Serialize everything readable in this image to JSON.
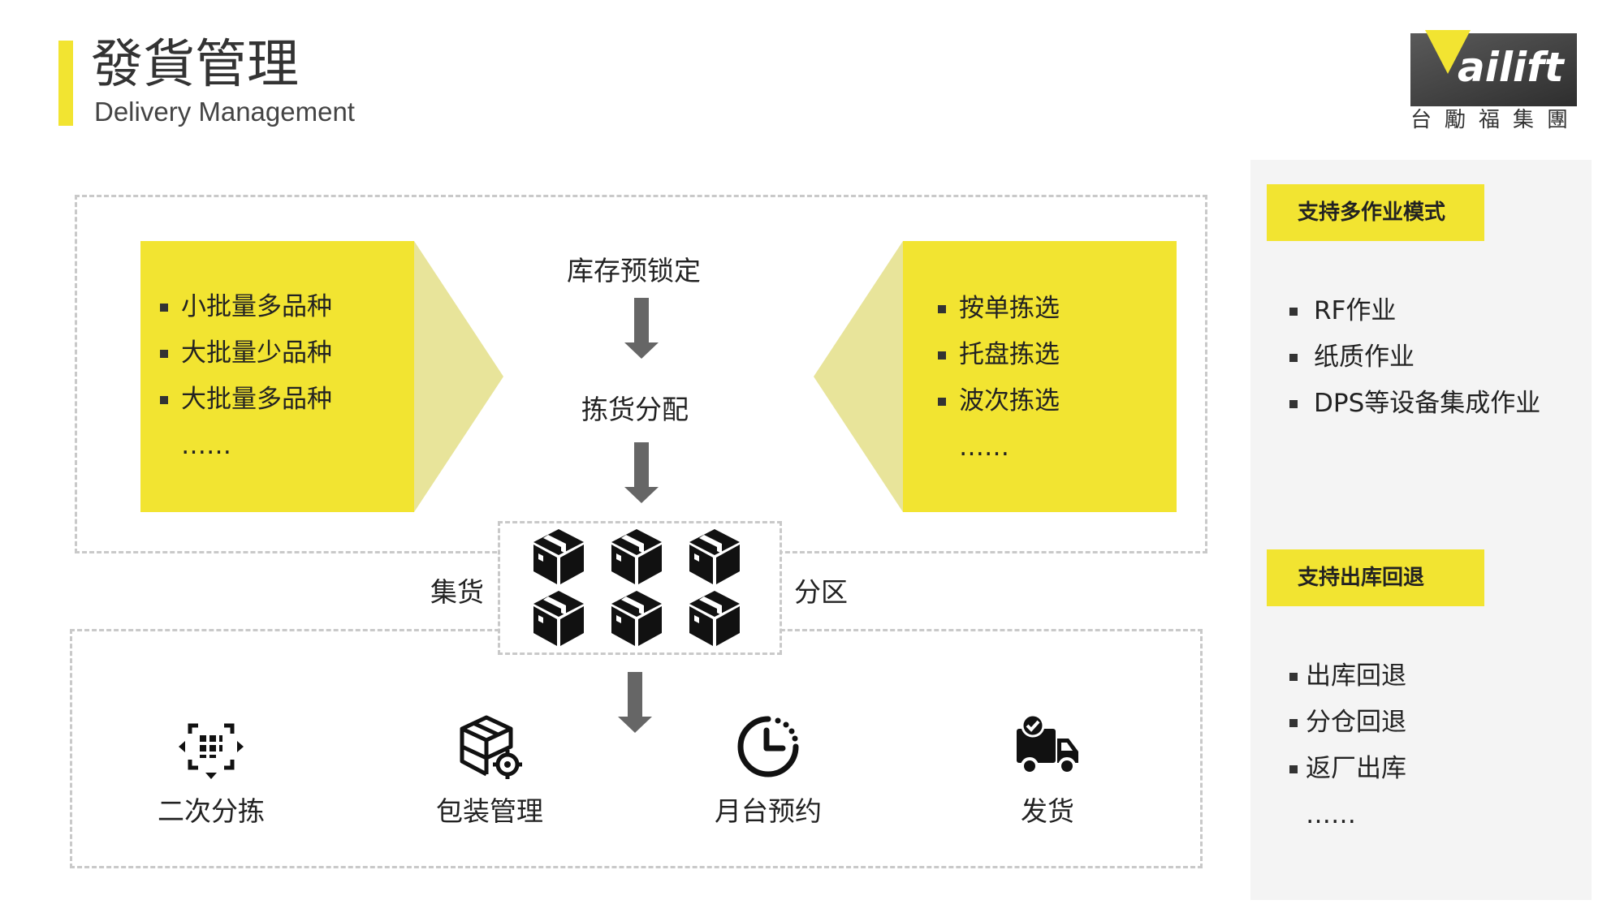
{
  "header": {
    "title_cn": "發貨管理",
    "title_en": "Delivery Management"
  },
  "logo": {
    "text": "ailift",
    "subtitle": "台勵福集團"
  },
  "left_box": {
    "items": [
      "小批量多品种",
      "大批量少品种",
      "大批量多品种",
      "……"
    ]
  },
  "right_box": {
    "items": [
      "按单拣选",
      "托盘拣选",
      "波次拣选",
      "……"
    ]
  },
  "flow": {
    "step1": "库存预锁定",
    "step2": "拣货分配",
    "collect": "集货",
    "zone": "分区"
  },
  "bottom": {
    "items": [
      {
        "label": "二次分拣",
        "icon": "scan-sort-icon"
      },
      {
        "label": "包装管理",
        "icon": "package-gear-icon"
      },
      {
        "label": "月台预约",
        "icon": "clock-icon"
      },
      {
        "label": "发货",
        "icon": "delivery-truck-icon"
      }
    ]
  },
  "right_panel": {
    "section1": {
      "title": "支持多作业模式",
      "items": [
        "RF作业",
        "纸质作业",
        "DPS等设备集成作业"
      ]
    },
    "section2": {
      "title": "支持出库回退",
      "items": [
        "出库回退",
        "分仓回退",
        "返厂出库",
        "……"
      ]
    }
  },
  "colors": {
    "accent_yellow": "#f2e431",
    "light_yellow": "#e8e49a",
    "arrow_gray": "#666666",
    "dashed_border": "#c9c9c9"
  }
}
